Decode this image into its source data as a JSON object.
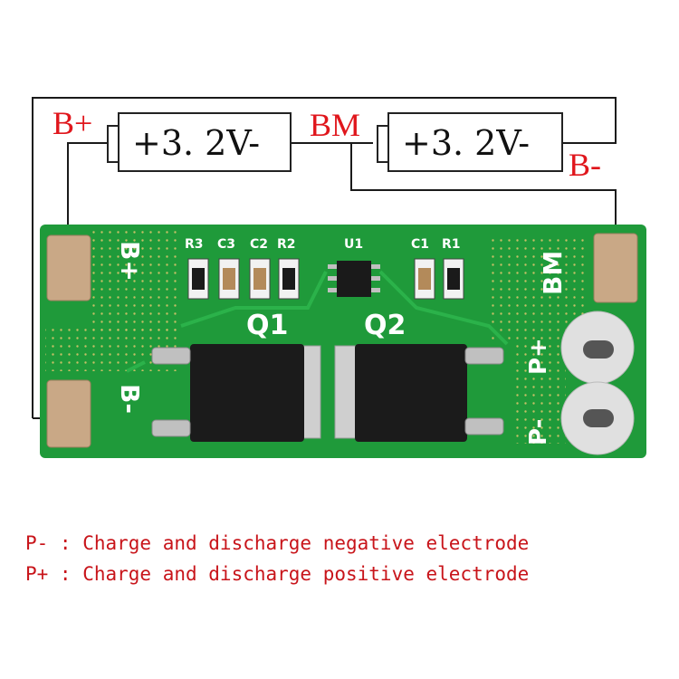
{
  "wiring_labels": {
    "b_plus": "B+",
    "bm": "BM",
    "b_minus": "B-"
  },
  "cells": [
    {
      "text": "+3. 2V-"
    },
    {
      "text": "+3. 2V-"
    }
  ],
  "board": {
    "silk_b_plus": "B+",
    "silk_b_minus": "B-",
    "silk_bm": "BM",
    "silk_p_plus": "P+",
    "silk_p_minus": "P-",
    "components": [
      "R3",
      "C3",
      "C2",
      "R2",
      "U1",
      "C1",
      "R1"
    ],
    "mosfets": [
      "Q1",
      "Q2"
    ]
  },
  "legend": [
    "P- : Charge and discharge negative electrode",
    "P+ : Charge and discharge positive electrode"
  ],
  "colors": {
    "label_red": "#e0161c",
    "pcb_green": "#1f9a3a",
    "pad_copper": "#c9a886"
  }
}
